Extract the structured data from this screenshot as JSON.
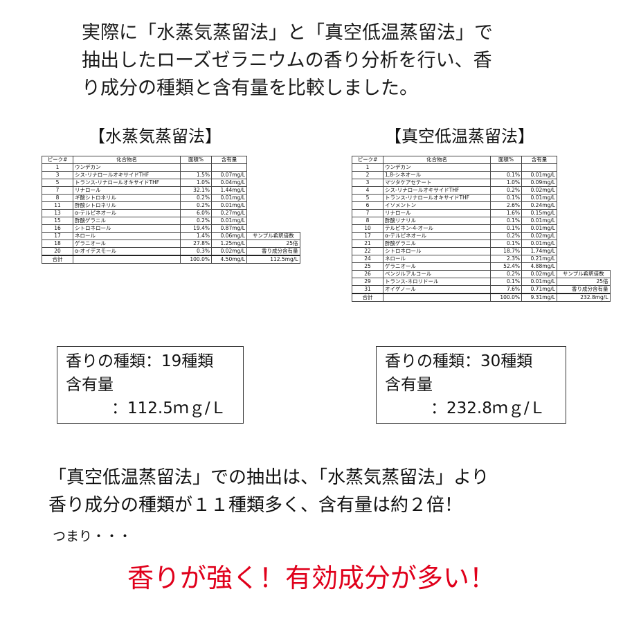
{
  "intro": {
    "lines": [
      "実際に「水蒸気蒸留法」と「真空低温蒸留法」で",
      "抽出したローズゼラニウムの香り分析を行い、香",
      "り成分の種類と含有量を比較しました。"
    ]
  },
  "methods": [
    {
      "title": "【水蒸気蒸留法】",
      "headers": [
        "ピーク#",
        "化合物名",
        "面積%",
        "含有量"
      ],
      "rows": [
        {
          "peak": "1",
          "name": "ウンデカン",
          "area": "",
          "amount": "",
          "note": ""
        },
        {
          "peak": "3",
          "name": "シス-リナロールオキサイドTHF",
          "area": "1.5%",
          "amount": "0.07mg/L",
          "note": ""
        },
        {
          "peak": "5",
          "name": "トランス-リナロールオキサイドTHF",
          "area": "1.0%",
          "amount": "0.04mg/L",
          "note": ""
        },
        {
          "peak": "7",
          "name": "リナロール",
          "area": "32.1%",
          "amount": "1.44mg/L",
          "note": ""
        },
        {
          "peak": "8",
          "name": "ギ酸シトロネリル",
          "area": "0.2%",
          "amount": "0.01mg/L",
          "note": ""
        },
        {
          "peak": "11",
          "name": "酢酸シトロネリル",
          "area": "0.2%",
          "amount": "0.01mg/L",
          "note": ""
        },
        {
          "peak": "13",
          "name": "α-テルピネオール",
          "area": "6.0%",
          "amount": "0.27mg/L",
          "note": ""
        },
        {
          "peak": "15",
          "name": "酢酸ゲラニル",
          "area": "0.2%",
          "amount": "0.01mg/L",
          "note": ""
        },
        {
          "peak": "16",
          "name": "シトロネロール",
          "area": "19.4%",
          "amount": "0.87mg/L",
          "note": ""
        },
        {
          "peak": "17",
          "name": "ネロール",
          "area": "1.4%",
          "amount": "0.06mg/L",
          "note": "サンプル希釈倍数"
        },
        {
          "peak": "18",
          "name": "ゲラニオール",
          "area": "27.8%",
          "amount": "1.25mg/L",
          "note": "25倍"
        },
        {
          "peak": "20",
          "name": "α-オイデスモール",
          "area": "0.3%",
          "amount": "0.02mg/L",
          "note": "香り成分含有量"
        }
      ],
      "total": {
        "label": "合計",
        "area": "100.0%",
        "amount": "4.50mg/L",
        "note": "112.5mg/L"
      },
      "summary": {
        "types": "香りの種類：19種類",
        "content_label": "含有量",
        "content_value": "：112.5ｍｇ/Ｌ"
      }
    },
    {
      "title": "【真空低温蒸留法】",
      "headers": [
        "ピーク#",
        "化合物名",
        "面積%",
        "含有量"
      ],
      "rows": [
        {
          "peak": "1",
          "name": "ウンデカン",
          "area": "",
          "amount": "",
          "note": ""
        },
        {
          "peak": "2",
          "name": "1,8-シネオール",
          "area": "0.1%",
          "amount": "0.01mg/L",
          "note": ""
        },
        {
          "peak": "3",
          "name": "マツタケアセテート",
          "area": "1.0%",
          "amount": "0.09mg/L",
          "note": ""
        },
        {
          "peak": "4",
          "name": "シス-リナロールオキサイドTHF",
          "area": "0.2%",
          "amount": "0.02mg/L",
          "note": ""
        },
        {
          "peak": "5",
          "name": "トランス-リナロールオキサイドTHF",
          "area": "0.1%",
          "amount": "0.01mg/L",
          "note": ""
        },
        {
          "peak": "6",
          "name": "イソメントン",
          "area": "2.6%",
          "amount": "0.24mg/L",
          "note": ""
        },
        {
          "peak": "7",
          "name": "リナロール",
          "area": "1.6%",
          "amount": "0.15mg/L",
          "note": ""
        },
        {
          "peak": "8",
          "name": "酢酸リナリル",
          "area": "0.1%",
          "amount": "0.01mg/L",
          "note": ""
        },
        {
          "peak": "10",
          "name": "テルピネン-4-オール",
          "area": "0.1%",
          "amount": "0.01mg/L",
          "note": ""
        },
        {
          "peak": "17",
          "name": "α-テルピネオール",
          "area": "0.2%",
          "amount": "0.02mg/L",
          "note": ""
        },
        {
          "peak": "21",
          "name": "酢酸ゲラニル",
          "area": "0.1%",
          "amount": "0.01mg/L",
          "note": ""
        },
        {
          "peak": "22",
          "name": "シトロネロール",
          "area": "18.7%",
          "amount": "1.74mg/L",
          "note": ""
        },
        {
          "peak": "24",
          "name": "ネロール",
          "area": "2.3%",
          "amount": "0.21mg/L",
          "note": ""
        },
        {
          "peak": "25",
          "name": "ゲラニオール",
          "area": "52.4%",
          "amount": "4.88mg/L",
          "note": ""
        },
        {
          "peak": "26",
          "name": "ベンジルアルコール",
          "area": "0.2%",
          "amount": "0.02mg/L",
          "note": "サンプル希釈倍数"
        },
        {
          "peak": "29",
          "name": "トランス-ネロリドール",
          "area": "0.1%",
          "amount": "0.01mg/L",
          "note": "25倍"
        },
        {
          "peak": "31",
          "name": "オイゲノール",
          "area": "7.6%",
          "amount": "0.71mg/L",
          "note": "香り成分含有量"
        }
      ],
      "total": {
        "label": "合計",
        "area": "100.0%",
        "amount": "9.31mg/L",
        "note": "232.8mg/L"
      },
      "summary": {
        "types": "香りの種類：30種類",
        "content_label": "含有量",
        "content_value": "：232.8ｍｇ/Ｌ"
      }
    }
  ],
  "conclusion": {
    "lines": [
      "「真空低温蒸留法」での抽出は、「水蒸気蒸留法」より",
      "香り成分の種類が１１種類多く、含有量は約２倍！"
    ],
    "tsumari": "つまり・・・",
    "emphasis": "香りが強く！有効成分が多い！",
    "emphasis_color": "#e0001b"
  }
}
